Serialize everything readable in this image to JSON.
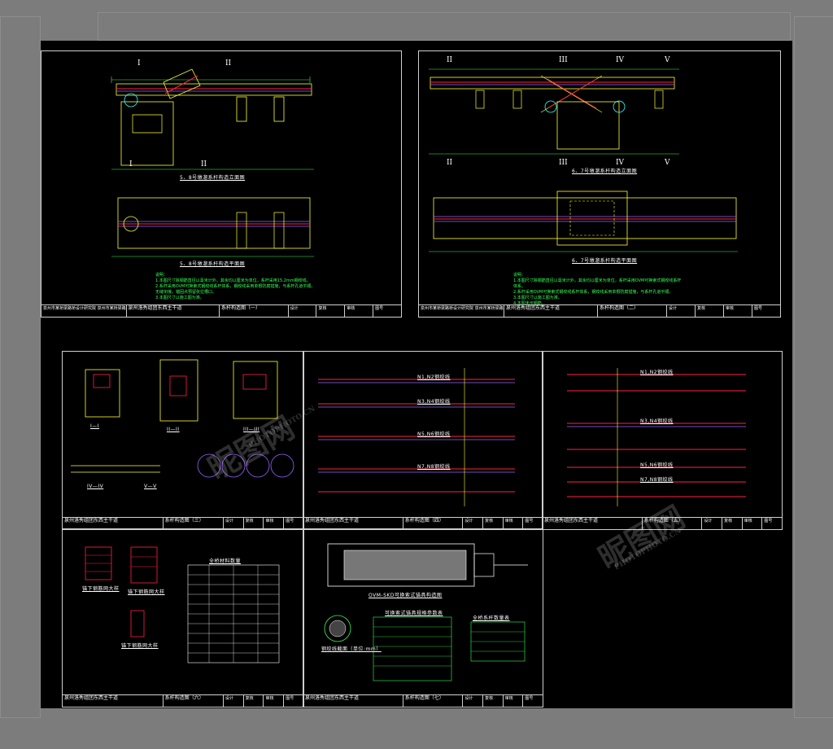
{
  "sheets": {
    "s1": {
      "roman_top": [
        "I",
        "II"
      ],
      "roman_bottom": [
        "I",
        "II"
      ],
      "caption_upper": "5、8号墩溜系杆构造立面图",
      "caption_lower": "5、8号墩溜系杆构造平面图",
      "notes_label": "说明：",
      "notes_lines": [
        "1.本图尺寸除钢筋直径以毫米计外，其余均以厘米为单位，系杆采用15.2mm钢绞线。",
        "2.系杆采用OVM可换索式钢绞线系杆体系，钢绞线采用单根防腐措施，与系杆孔道平顺。",
        "无缝衔接，锚固点预留张拉槽口。",
        "3.本图尺寸以施工图为准。"
      ],
      "title_block": {
        "unit": "泉州市某桥梁路桥设计研究院 泉州市某桥梁路桥设计研究院",
        "project": "泉州洛秀组团东西主干道",
        "drawing": "系杆构造图（一）",
        "roles": [
          "设计",
          "复核",
          "审核",
          "图号"
        ]
      }
    },
    "s2": {
      "roman_top": [
        "II",
        "III",
        "IV",
        "V"
      ],
      "roman_bottom": [
        "II",
        "III",
        "IV",
        "V"
      ],
      "caption_upper": "6、7号墩溜系杆构造立面图",
      "caption_lower": "6、7号墩溜系杆构造平面图",
      "notes_label": "说明：",
      "notes_lines": [
        "1.本图尺寸除钢筋直径以毫米计外，其余均以厘米为单位，系杆采用OVM可换索式钢绞线系杆体系。",
        "2.系杆采用OVM可换索式钢绞线系杆体系，钢绞线采用单根防腐措施，与系杆孔道平顺。",
        "3.本图尺寸以施工图为准。",
        "4.本图未示钢筋。"
      ],
      "title_block": {
        "unit": "泉州市某桥梁路桥设计研究院 泉州市某桥梁路桥设计研究院",
        "project": "泉州洛秀组团东西主干道",
        "drawing": "系杆构造图（二）",
        "roles": [
          "设计",
          "复核",
          "审核",
          "图号"
        ]
      }
    },
    "s3": {
      "section_labels": [
        "I—I",
        "II—II",
        "III—III",
        "IV—IV",
        "V—V"
      ],
      "title_block": {
        "project": "泉州洛秀组团东西主干道",
        "drawing": "系杆构造图（三）",
        "roles": [
          "设计",
          "复核",
          "审核",
          "图号"
        ]
      }
    },
    "s4": {
      "tendon_labels": [
        "N1,N2钢绞线",
        "N3,N4钢绞线",
        "N5,N6钢绞线",
        "N7,N8钢绞线"
      ],
      "title_block": {
        "project": "泉州洛秀组团东西主干道",
        "drawing": "系杆构造图（四）",
        "roles": [
          "设计",
          "复核",
          "审核",
          "图号"
        ]
      }
    },
    "s5": {
      "tendon_labels": [
        "N1,N2钢绞线",
        "N3,N4钢绞线",
        "N5,N6钢绞线",
        "N7,N8钢绞线"
      ],
      "title_block": {
        "project": "泉州洛秀组团东西主干道",
        "drawing": "系杆构造图（五）",
        "roles": [
          "设计",
          "复核",
          "审核",
          "图号"
        ]
      }
    },
    "s6": {
      "table_title": "全桥材料数量",
      "grid_labels": [
        "锚下钢筋网大样",
        "锚下钢筋网大样",
        "锚下钢筋网大样"
      ],
      "title_block": {
        "project": "泉州洛秀组团东西主干道",
        "drawing": "系杆构造图（六）",
        "roles": [
          "设计",
          "复核",
          "审核",
          "图号"
        ]
      }
    },
    "s7": {
      "anchor_caption": "OVM-SKD可换索式锚具构造图",
      "table1_title": "可换索式锚具规格参数表",
      "table2_title": "全桥系杆数量表",
      "section_caption": "钢绞线截面（单位:mm）",
      "title_block": {
        "project": "泉州洛秀组团东西主干道",
        "drawing": "系杆构造图（七）",
        "roles": [
          "设计",
          "复核",
          "审核",
          "图号"
        ]
      }
    }
  },
  "watermark": {
    "brand": "昵图网",
    "site": "PHOTOPHOTO.CN"
  },
  "colors": {
    "background": "#7c7c7c",
    "canvas": "#000000",
    "frame": "#cfcfcf",
    "structure": "#ffff33",
    "rebar": "#ff2244",
    "tendon": "#9966ff",
    "dimension": "#33ff55",
    "cyan": "#33ffff"
  }
}
